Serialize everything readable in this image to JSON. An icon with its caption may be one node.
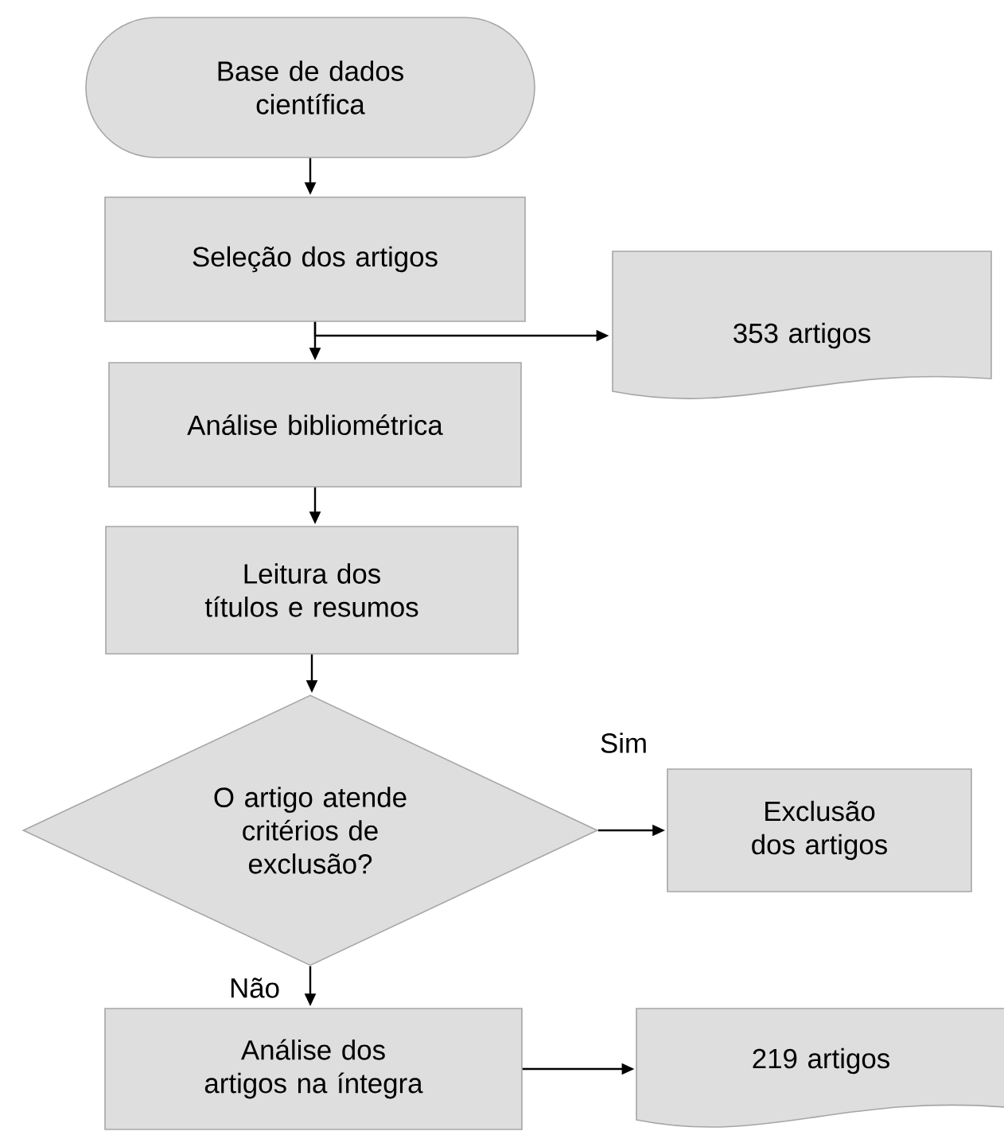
{
  "diagram": {
    "nodes": [
      {
        "text": [
          "Base de dados científica"
        ]
      },
      {
        "text": [
          "Seleção dos artigos"
        ]
      },
      {
        "text": [
          "353 artigos"
        ]
      },
      {
        "text": [
          "Análise bibliométrica"
        ]
      },
      {
        "text": [
          "Leitura dos títulos e resumos"
        ]
      },
      {
        "text": [
          "O artigo atende critérios de exclusão?"
        ]
      },
      {
        "text": [
          "Exclusão dos artigos"
        ]
      },
      {
        "text": [
          "Análise dos artigos na íntegra"
        ]
      },
      {
        "text": [
          "219 artigos"
        ]
      }
    ],
    "edges": [
      {
        "from": 0,
        "to": 1,
        "arrow": "to"
      },
      {
        "from": 1,
        "to": 3,
        "arrow": "to"
      },
      {
        "from": 1,
        "to": 2,
        "arrow": "to"
      },
      {
        "from": 3,
        "to": 4,
        "arrow": "to"
      },
      {
        "from": 4,
        "to": 5,
        "arrow": "to"
      },
      {
        "from": 5,
        "to": 6,
        "arrow": "to",
        "label": "Sim"
      },
      {
        "from": 5,
        "to": 7,
        "arrow": "to",
        "label": "Não"
      },
      {
        "from": 7,
        "to": 8,
        "arrow": "to"
      }
    ]
  }
}
